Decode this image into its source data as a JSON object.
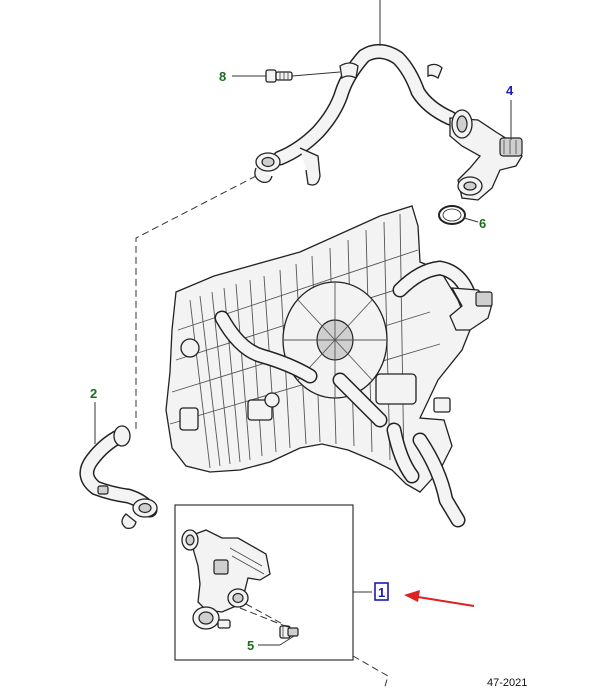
{
  "callouts": {
    "c1": "1",
    "c2": "2",
    "c4": "4",
    "c5": "5",
    "c6": "6",
    "c8": "8"
  },
  "reference_code": "47-2021",
  "colors": {
    "green_label": "#1b6e1b",
    "blue_label": "#1a1ab4",
    "highlight_arrow": "#e02020",
    "line": "#222222"
  },
  "icons": {
    "arrow": "highlight-arrow-icon"
  }
}
